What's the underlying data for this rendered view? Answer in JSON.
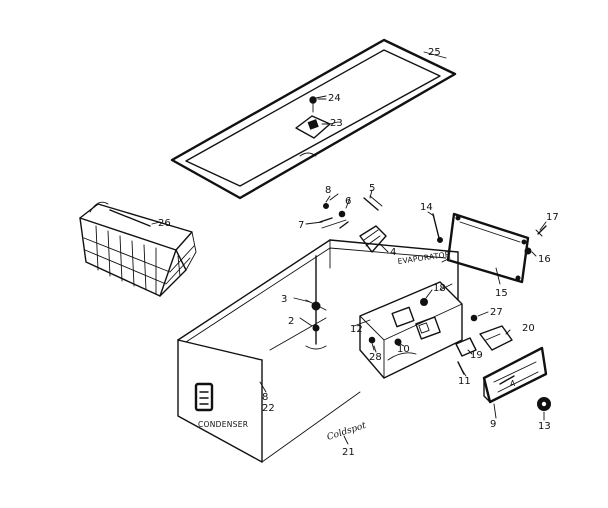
{
  "diagram": {
    "callouts": [
      {
        "id": "c25",
        "text": "25"
      },
      {
        "id": "c24",
        "text": "24"
      },
      {
        "id": "c23",
        "text": "23"
      },
      {
        "id": "c26",
        "text": "26"
      },
      {
        "id": "c8a",
        "text": "8"
      },
      {
        "id": "c6",
        "text": "6"
      },
      {
        "id": "c5",
        "text": "5"
      },
      {
        "id": "c7",
        "text": "7"
      },
      {
        "id": "c14",
        "text": "14"
      },
      {
        "id": "c17",
        "text": "17"
      },
      {
        "id": "c4",
        "text": "4"
      },
      {
        "id": "c16",
        "text": "16"
      },
      {
        "id": "c15",
        "text": "15"
      },
      {
        "id": "c18",
        "text": "18"
      },
      {
        "id": "c3",
        "text": "3"
      },
      {
        "id": "c2",
        "text": "2"
      },
      {
        "id": "c27",
        "text": "27"
      },
      {
        "id": "c12",
        "text": "12"
      },
      {
        "id": "c20",
        "text": "20"
      },
      {
        "id": "c28",
        "text": "28"
      },
      {
        "id": "c10",
        "text": "10"
      },
      {
        "id": "c19",
        "text": "19"
      },
      {
        "id": "c11",
        "text": "11"
      },
      {
        "id": "c22",
        "text": "22"
      },
      {
        "id": "c8b",
        "text": "8"
      },
      {
        "id": "c9",
        "text": "9"
      },
      {
        "id": "c13",
        "text": "13"
      },
      {
        "id": "c21",
        "text": "21"
      }
    ],
    "text_labels": {
      "evaporator": "EVAPORATOR",
      "condenser": "CONDENSER",
      "signature": "Coldspot",
      "arrow_a": "A"
    }
  }
}
